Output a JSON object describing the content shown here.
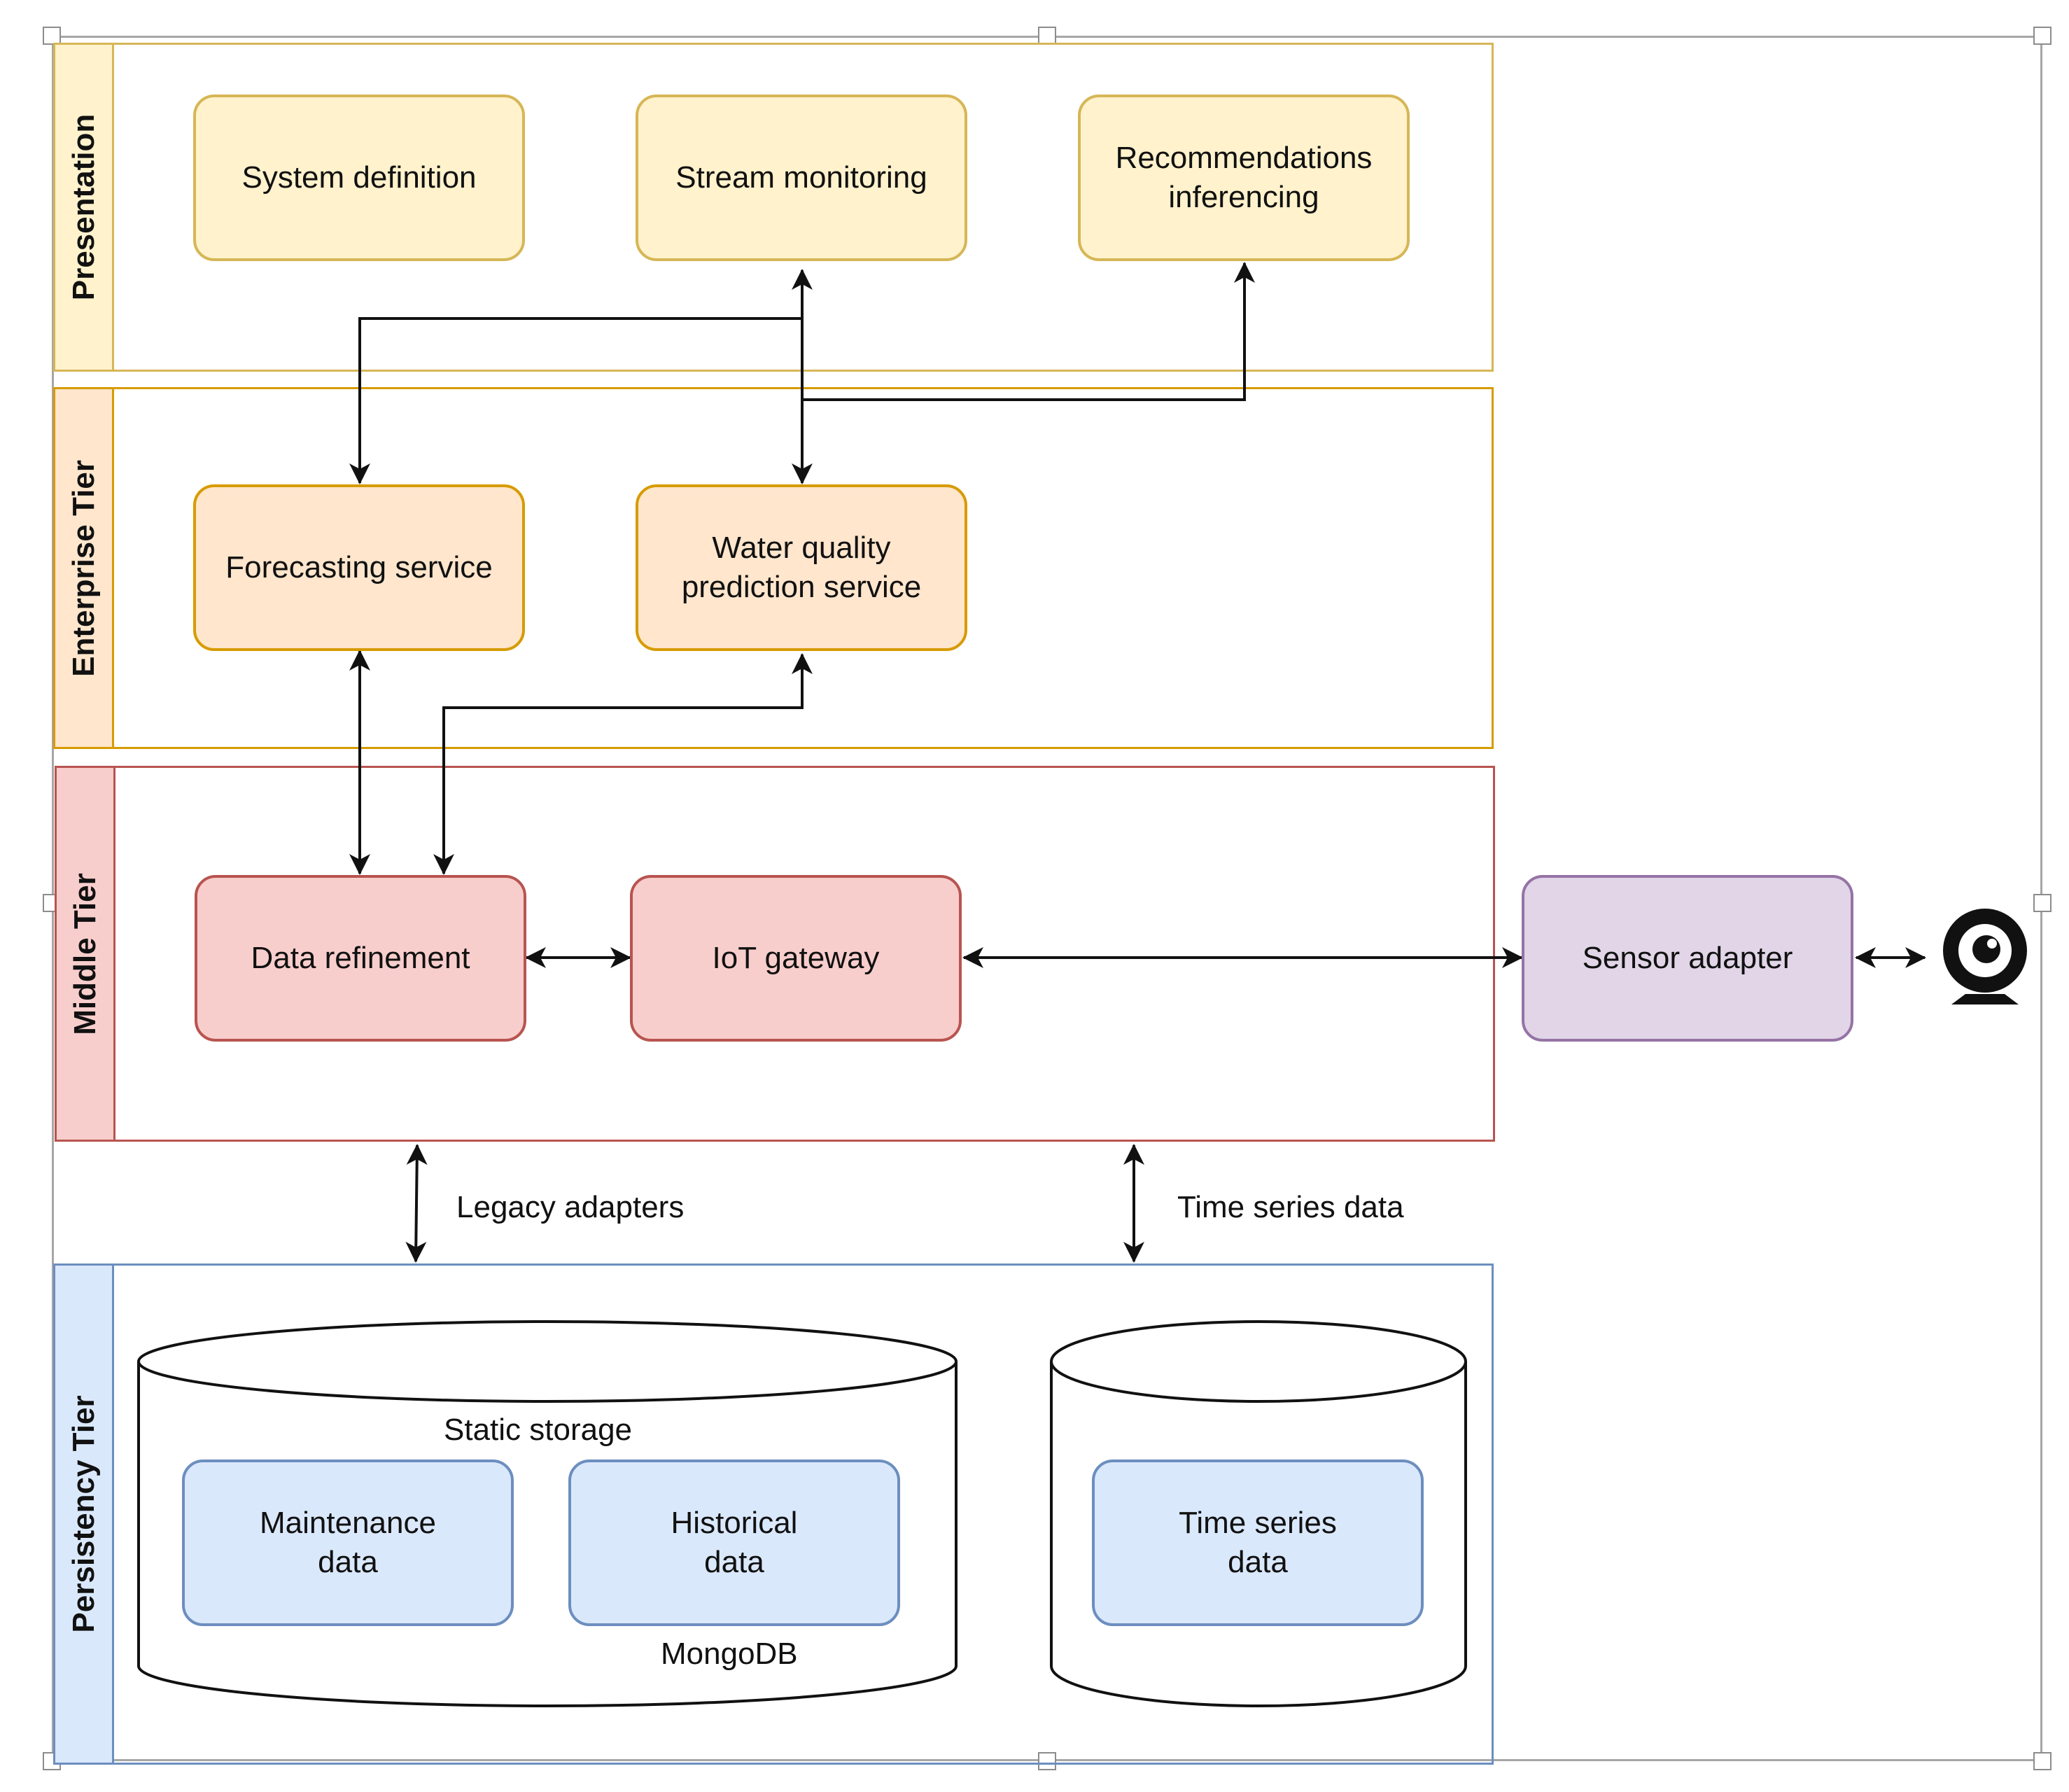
{
  "tiers": {
    "presentation": "Presentation",
    "enterprise": "Enterprise Tier",
    "middle": "Middle Tier",
    "persistency": "Persistency Tier"
  },
  "nodes": {
    "system_definition": "System definition",
    "stream_monitoring": "Stream monitoring",
    "recommendations_inferencing": "Recommendations\ninferencing",
    "forecasting_service": "Forecasting service",
    "water_quality_prediction": "Water quality\nprediction service",
    "data_refinement": "Data refinement",
    "iot_gateway": "IoT gateway",
    "sensor_adapter": "Sensor adapter",
    "maintenance_data": "Maintenance\ndata",
    "historical_data": "Historical\ndata",
    "time_series_data": "Time series\ndata"
  },
  "storage": {
    "static_storage": "Static storage",
    "mongodb": "MongoDB"
  },
  "edge_labels": {
    "legacy_adapters": "Legacy adapters",
    "time_series_data": "Time series data"
  },
  "icons": {
    "sensor": "webcam-icon"
  },
  "colors": {
    "presentation_fill": "#fff2cc",
    "presentation_stroke": "#d6b656",
    "enterprise_fill": "#ffe6cc",
    "enterprise_stroke": "#d79b00",
    "middle_fill": "#f8cecc",
    "middle_stroke": "#b85450",
    "persistency_fill": "#dae8fc",
    "persistency_stroke": "#6c8ebf",
    "sensor_fill": "#e1d5e7",
    "sensor_stroke": "#9673a6"
  }
}
